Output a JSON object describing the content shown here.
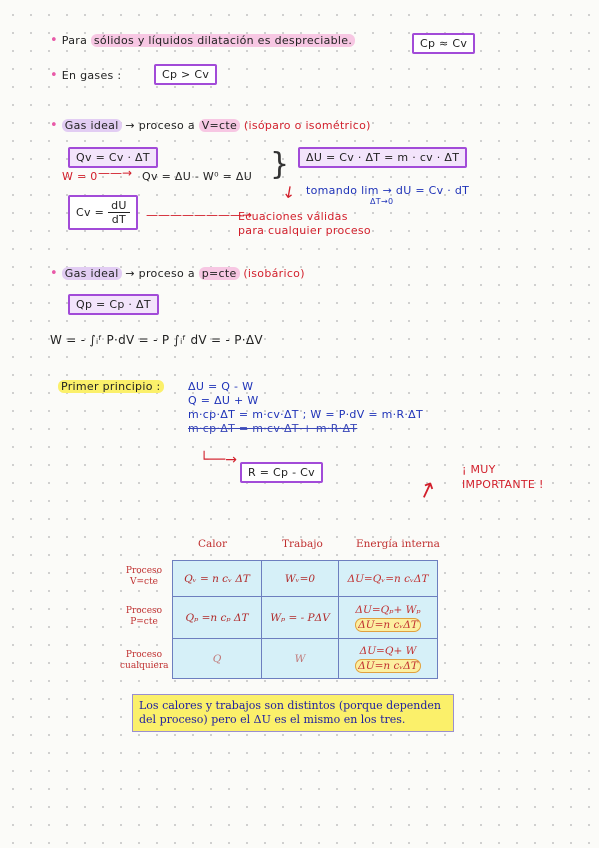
{
  "notes": {
    "line1": {
      "text_a": "Para",
      "text_hl": "sólidos y líquidos dilatación es despreciable.",
      "box": "Cp ≈ Cv"
    },
    "line2": {
      "text": "En gases :",
      "box": "Cp > Cv"
    },
    "iso_v": {
      "title_hl": "Gas ideal",
      "arrow": "→",
      "title_rest": "proceso a",
      "cond_hl": "V=cte",
      "paren": "(isóparo o isométrico)",
      "qv_box": "Qv = Cv · ΔT",
      "w0": "W = 0",
      "qv_eq": "Qv = ΔU - W⁰ = ΔU",
      "du_box": "ΔU = Cv · ΔT = m · cv · ΔT",
      "tomando": "tomando lim → dU = Cv · dT",
      "tomando_sub": "ΔT→0",
      "cv_box_num": "dU",
      "cv_box_den": "dT",
      "cv_box_lhs": "Cv =",
      "ecuaciones1": "Ecuaciones válidas",
      "ecuaciones2": "para cualquier proceso"
    },
    "iso_p": {
      "title_hl": "Gas ideal",
      "title_rest": "→ proceso a",
      "cond_hl": "p=cte",
      "paren": "(isobárico)",
      "qp_box": "Qp = Cp · ΔT",
      "w_eq": "W = - ∫ᵢᶠ P·dV = - P ∫ᵢᶠ dV = - P·ΔV"
    },
    "primer": {
      "label_hl": "Primer principio :",
      "l1": "ΔU = Q - W",
      "l2": "Q = ΔU + W",
      "l3": "m·cp·ΔT = m·cv·ΔT ; W = P·dV = m·R·ΔT",
      "l4": "m·cp·ΔT = m·cv·ΔT + m·R·ΔT",
      "r_box": "R = Cp - Cv",
      "muy1": "¡ MUY",
      "muy2": "IMPORTANTE !"
    }
  },
  "table": {
    "headers": [
      "Calor",
      "Trabajo",
      "Energía interna"
    ],
    "rows": [
      {
        "label1": "Proceso",
        "label2": "V=cte",
        "calor": "Qᵥ = n cᵥ ΔT",
        "trabajo": "Wᵥ=0",
        "energia1": "ΔU=Qᵥ=n cᵥΔT",
        "energia2": ""
      },
      {
        "label1": "Proceso",
        "label2": "P=cte",
        "calor": "Qₚ =n cₚ ΔT",
        "trabajo": "Wₚ = - PΔV",
        "energia1": "ΔU=Qₚ+ Wₚ",
        "energia2": "ΔU=n cᵥΔT"
      },
      {
        "label1": "Proceso",
        "label2": "cualquiera",
        "calor": "Q",
        "trabajo": "W",
        "energia1": "ΔU=Q+ W",
        "energia2": "ΔU=n cᵥΔT"
      }
    ],
    "note": "Los calores y trabajos son distintos (porque dependen del proceso) pero el ΔU es el mismo en los tres."
  }
}
